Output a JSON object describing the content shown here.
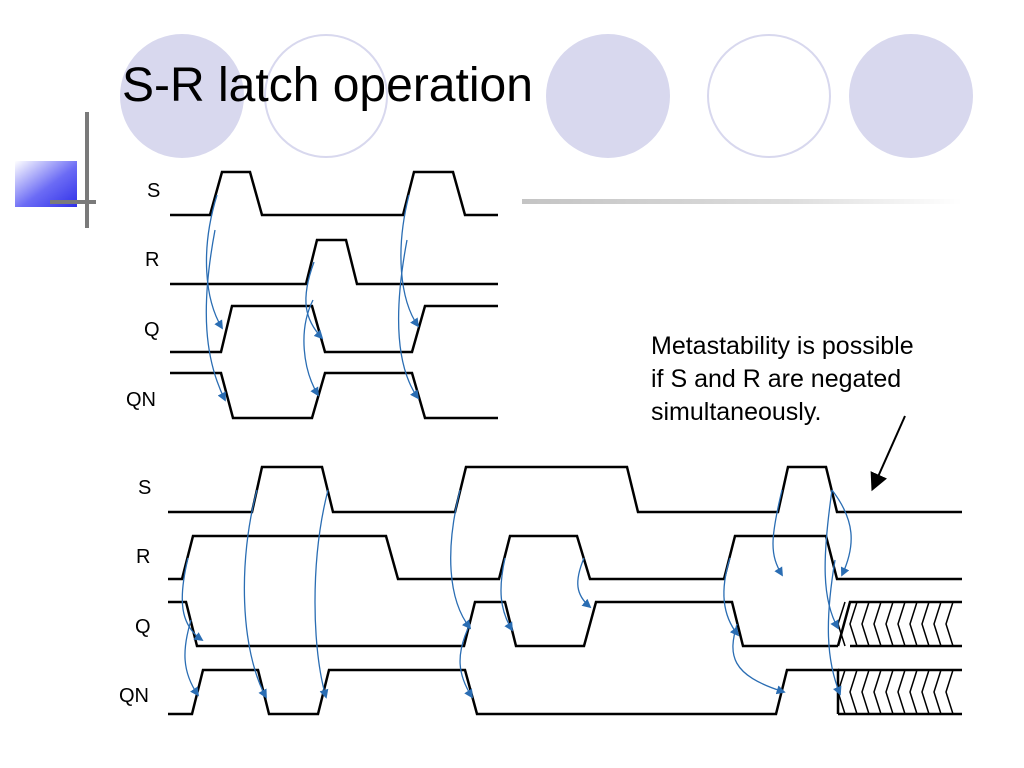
{
  "slide": {
    "title": "S-R latch operation",
    "annotation": [
      "Metastability is possible",
      "if S and R are negated",
      "simultaneously."
    ]
  },
  "colors": {
    "circle_fill": "#d8d8ee",
    "arrow": "#2a6db3",
    "accent_square": "#4040ee"
  },
  "diagram_top": {
    "signals": [
      {
        "name": "S",
        "edges": [
          {
            "at": 0.13,
            "dir": "up"
          },
          {
            "at": 0.255,
            "dir": "down"
          },
          {
            "at": 0.63,
            "dir": "up"
          },
          {
            "at": 0.76,
            "dir": "down"
          }
        ],
        "initial": 0
      },
      {
        "name": "R",
        "edges": [
          {
            "at": 0.41,
            "dir": "up"
          },
          {
            "at": 0.525,
            "dir": "down"
          }
        ],
        "initial": 0
      },
      {
        "name": "Q",
        "edges": [
          {
            "at": 0.19,
            "dir": "up"
          },
          {
            "at": 0.47,
            "dir": "down"
          },
          {
            "at": 0.69,
            "dir": "up"
          }
        ],
        "initial": 0
      },
      {
        "name": "QN",
        "edges": [
          {
            "at": 0.16,
            "dir": "down"
          },
          {
            "at": 0.44,
            "dir": "up"
          },
          {
            "at": 0.66,
            "dir": "down"
          }
        ],
        "initial": 1
      }
    ]
  },
  "diagram_bottom": {
    "signals": [
      {
        "name": "S",
        "edges": [
          {
            "at": 0.108,
            "dir": "up"
          },
          {
            "at": 0.196,
            "dir": "down"
          },
          {
            "at": 0.368,
            "dir": "up"
          },
          {
            "at": 0.596,
            "dir": "down"
          },
          {
            "at": 0.772,
            "dir": "up"
          },
          {
            "at": 0.835,
            "dir": "down"
          }
        ],
        "initial": 0
      },
      {
        "name": "R",
        "edges": [
          {
            "at": 0.018,
            "dir": "up"
          },
          {
            "at": 0.285,
            "dir": "down"
          },
          {
            "at": 0.425,
            "dir": "up"
          },
          {
            "at": 0.516,
            "dir": "down"
          },
          {
            "at": 0.708,
            "dir": "up"
          },
          {
            "at": 0.835,
            "dir": "down"
          }
        ],
        "initial": 0
      },
      {
        "name": "Q",
        "edges": [
          {
            "at": 0.035,
            "dir": "down"
          },
          {
            "at": 0.38,
            "dir": "up"
          },
          {
            "at": 0.432,
            "dir": "down"
          },
          {
            "at": 0.535,
            "dir": "up"
          },
          {
            "at": 0.718,
            "dir": "down"
          }
        ],
        "initial": 1,
        "metastable_from": 0.845
      },
      {
        "name": "QN",
        "edges": [
          {
            "at": 0.045,
            "dir": "up"
          },
          {
            "at": 0.12,
            "dir": "down"
          },
          {
            "at": 0.205,
            "dir": "up"
          },
          {
            "at": 0.392,
            "dir": "down"
          },
          {
            "at": 0.727,
            "dir": "up"
          }
        ],
        "initial": 0,
        "metastable_from": 0.845
      }
    ]
  }
}
